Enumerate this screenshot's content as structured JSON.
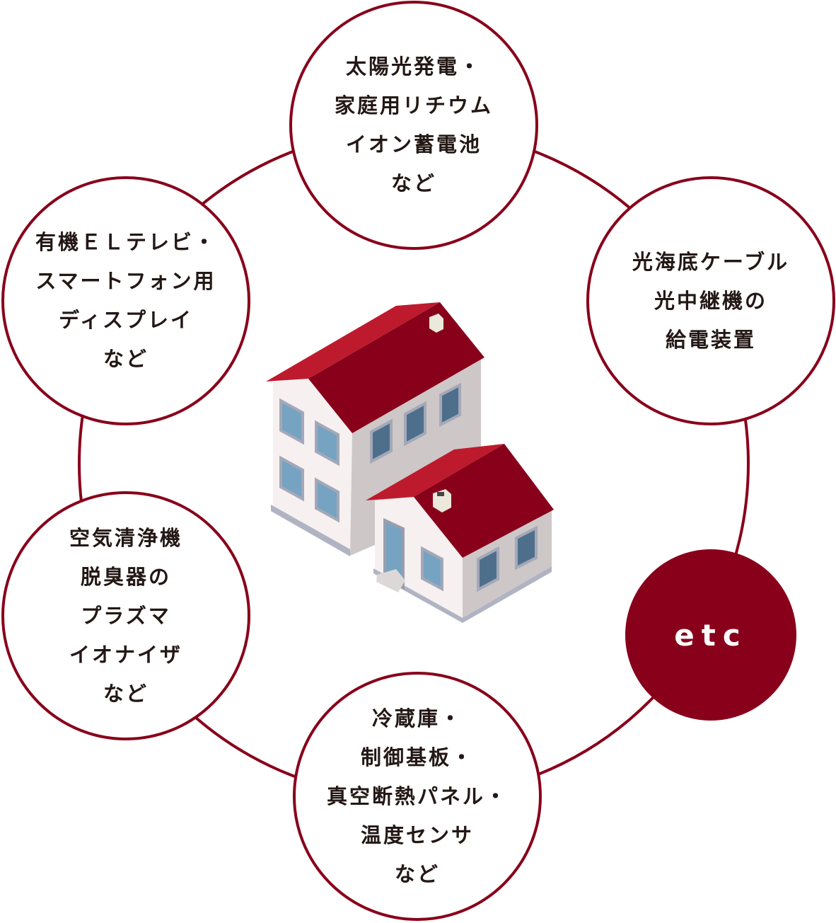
{
  "colors": {
    "accent": "#88001a",
    "roof_light": "#be1a2d",
    "text": "#231815"
  },
  "center_icon": "house-icon",
  "nodes": [
    {
      "id": "top",
      "lines": [
        "太陽光発電・",
        "家庭用リチウム",
        "イオン蓄電池",
        "など"
      ]
    },
    {
      "id": "right-top",
      "lines": [
        "光海底ケーブル",
        "光中継機の",
        "給電装置"
      ]
    },
    {
      "id": "etc",
      "lines": [
        "etc"
      ]
    },
    {
      "id": "bottom",
      "lines": [
        "冷蔵庫・",
        "制御基板・",
        "真空断熱パネル・",
        "温度センサ",
        "など"
      ]
    },
    {
      "id": "left-bottom",
      "lines": [
        "空気清浄機",
        "脱臭器の",
        "プラズマ",
        "イオナイザ",
        "など"
      ]
    },
    {
      "id": "left-top",
      "lines": [
        "有機ＥＬテレビ・",
        "スマートフォン用",
        "ディスプレイ",
        "など"
      ]
    }
  ]
}
